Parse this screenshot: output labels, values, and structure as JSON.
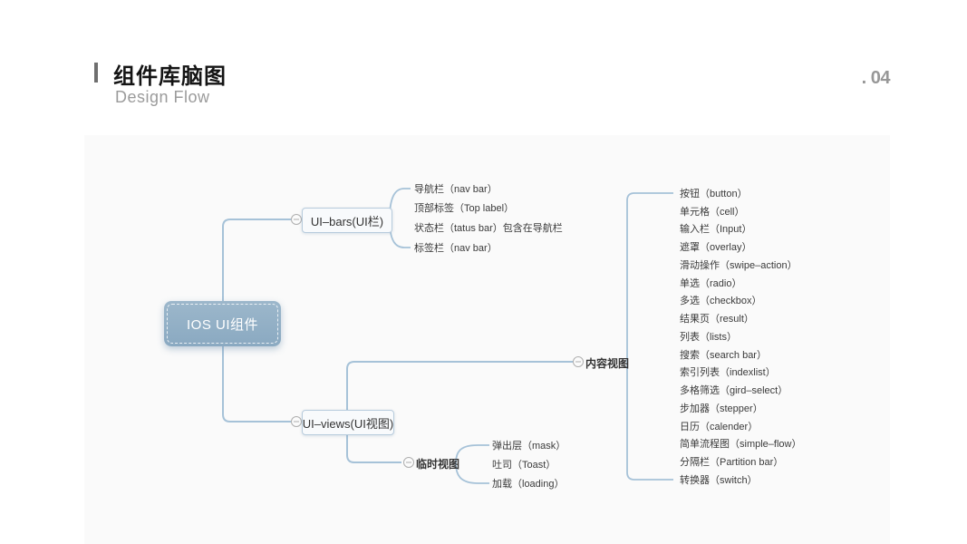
{
  "header": {
    "title": "组件库脑图",
    "subtitle": "Design Flow",
    "page_number": ". 04"
  },
  "mindmap": {
    "root_label": "IOS UI组件",
    "bars": {
      "label": "UI–bars(UI栏)",
      "children": [
        "导航栏（nav bar）",
        "顶部标签（Top label）",
        "状态栏（tatus bar）包含在导航栏",
        "标签栏（nav bar）"
      ]
    },
    "views": {
      "label": "UI–views(UI视图)",
      "content": {
        "label": "内容视图",
        "items": [
          "按钮（button）",
          "单元格（cell）",
          "输入栏（Input）",
          "遮罩（overlay）",
          "滑动操作（swipe–action）",
          "单选（radio）",
          "多选（checkbox）",
          "结果页（result）",
          "列表（lists）",
          "搜索（search bar）",
          "索引列表（indexlist）",
          "多格筛选（gird–select）",
          "步加器（stepper）",
          "日历（calender）",
          "简单流程图（simple–flow）",
          "分隔栏（Partition bar）",
          "转换器（switch）"
        ]
      },
      "temp": {
        "label": "临时视图",
        "items": [
          "弹出层（mask）",
          "吐司（Toast）",
          "加载（loading）"
        ]
      }
    }
  },
  "colors": {
    "connector_line": "#a6c2d8",
    "root_node_fill": "#90aec5",
    "node_border": "#b7cbdc",
    "panel_bg": "#fafafa",
    "text_dark": "#3a3a3a",
    "muted_gray": "#9b9b9b"
  }
}
